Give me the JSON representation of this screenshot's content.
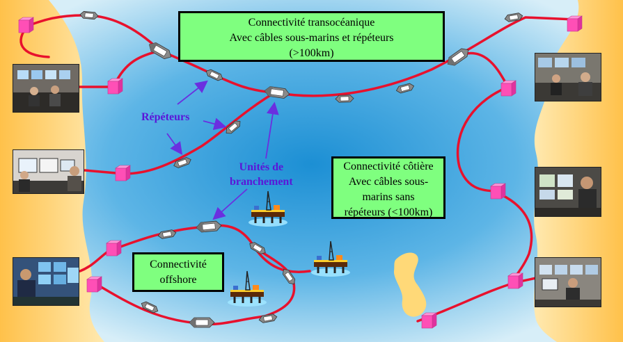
{
  "boxes": {
    "transoceanic": {
      "lines": [
        "Connectivité transocéanique",
        "Avec câbles sous-marins et répéteurs",
        "(>100km)"
      ]
    },
    "coastal": {
      "lines": [
        "Connectivité côtière",
        "Avec câbles sous-",
        "marins sans",
        "répéteurs (<100km)"
      ]
    },
    "offshore": {
      "lines": [
        "Connectivité",
        "offshore"
      ]
    }
  },
  "labels": {
    "repeaters": "Répéteurs",
    "branching_units": [
      "Unités de",
      "branchement"
    ]
  },
  "colors": {
    "cable": "#e8112d",
    "terminal": "#ff4fb6",
    "land": "#ffd070",
    "sea": "#3aa6e0",
    "box_fill": "#7fff7f",
    "label_text": "#5a16d8",
    "arrow": "#6a2fe0"
  }
}
